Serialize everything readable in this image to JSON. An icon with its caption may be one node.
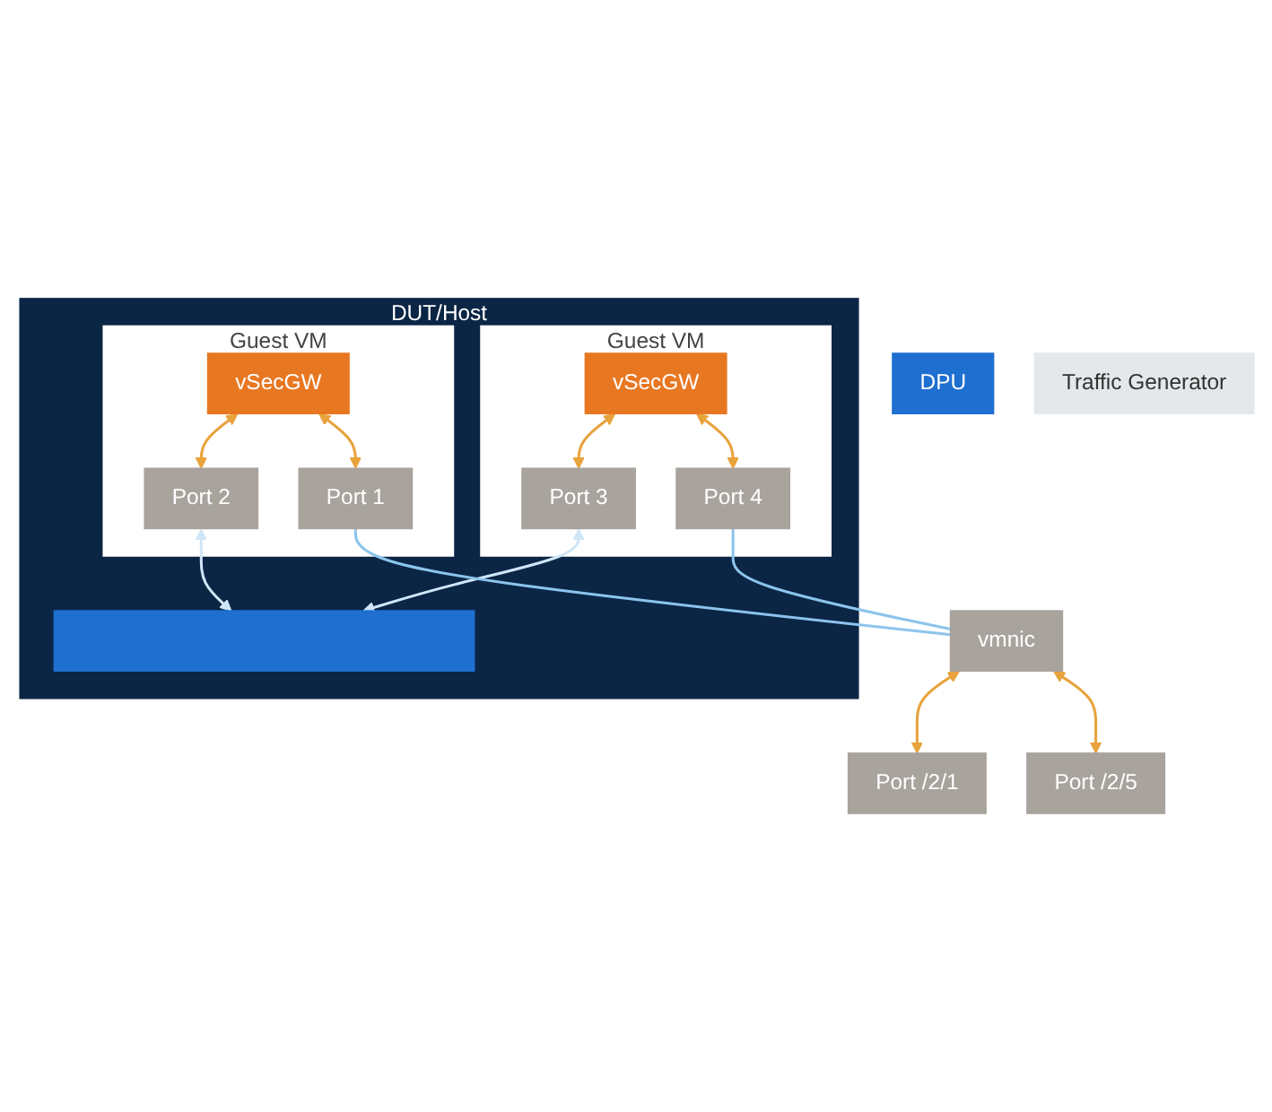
{
  "diagram": {
    "nodes": [
      {
        "text": [
          "DUT/Host"
        ]
      },
      {
        "text": [
          "Guest VM"
        ],
        "in": 0
      },
      {
        "text": [
          "vSecGW"
        ],
        "in": 1
      },
      {
        "text": [
          "Port 1"
        ],
        "in": 1
      },
      {
        "text": [
          "Port 2"
        ],
        "in": 1
      },
      {
        "text": [
          "Guest VM"
        ],
        "in": 0
      },
      {
        "text": [
          "vSecGW"
        ],
        "in": 5
      },
      {
        "text": [
          "Port 3"
        ],
        "in": 5
      },
      {
        "text": [
          "Port 4"
        ],
        "in": 5
      },
      {
        "text": [],
        "shape": "bar",
        "in": 0
      },
      {
        "text": [
          "DPU"
        ]
      },
      {
        "text": [
          "vmnic"
        ]
      },
      {
        "text": [
          "Port /2/1"
        ]
      },
      {
        "text": [
          "Port /2/5"
        ]
      },
      {
        "text": [
          "Traffic Generator"
        ]
      }
    ],
    "edges": [
      {
        "from": 2,
        "to": 3,
        "arrow": "both"
      },
      {
        "from": 2,
        "to": 4,
        "arrow": "both"
      },
      {
        "from": 6,
        "to": 7,
        "arrow": "both"
      },
      {
        "from": 6,
        "to": 8,
        "arrow": "both"
      },
      {
        "from": 4,
        "to": 9,
        "arrow": "both",
        "color": "#cfe6f7"
      },
      {
        "from": 7,
        "to": 9,
        "arrow": "both",
        "color": "#cfe6f7"
      },
      {
        "from": 3,
        "to": 11,
        "arrow": "none",
        "color": "#8cc4ec"
      },
      {
        "from": 8,
        "to": 11,
        "arrow": "none",
        "color": "#8cc4ec"
      },
      {
        "from": 11,
        "to": 12,
        "arrow": "both"
      },
      {
        "from": 11,
        "to": 13,
        "arrow": "both"
      }
    ]
  }
}
